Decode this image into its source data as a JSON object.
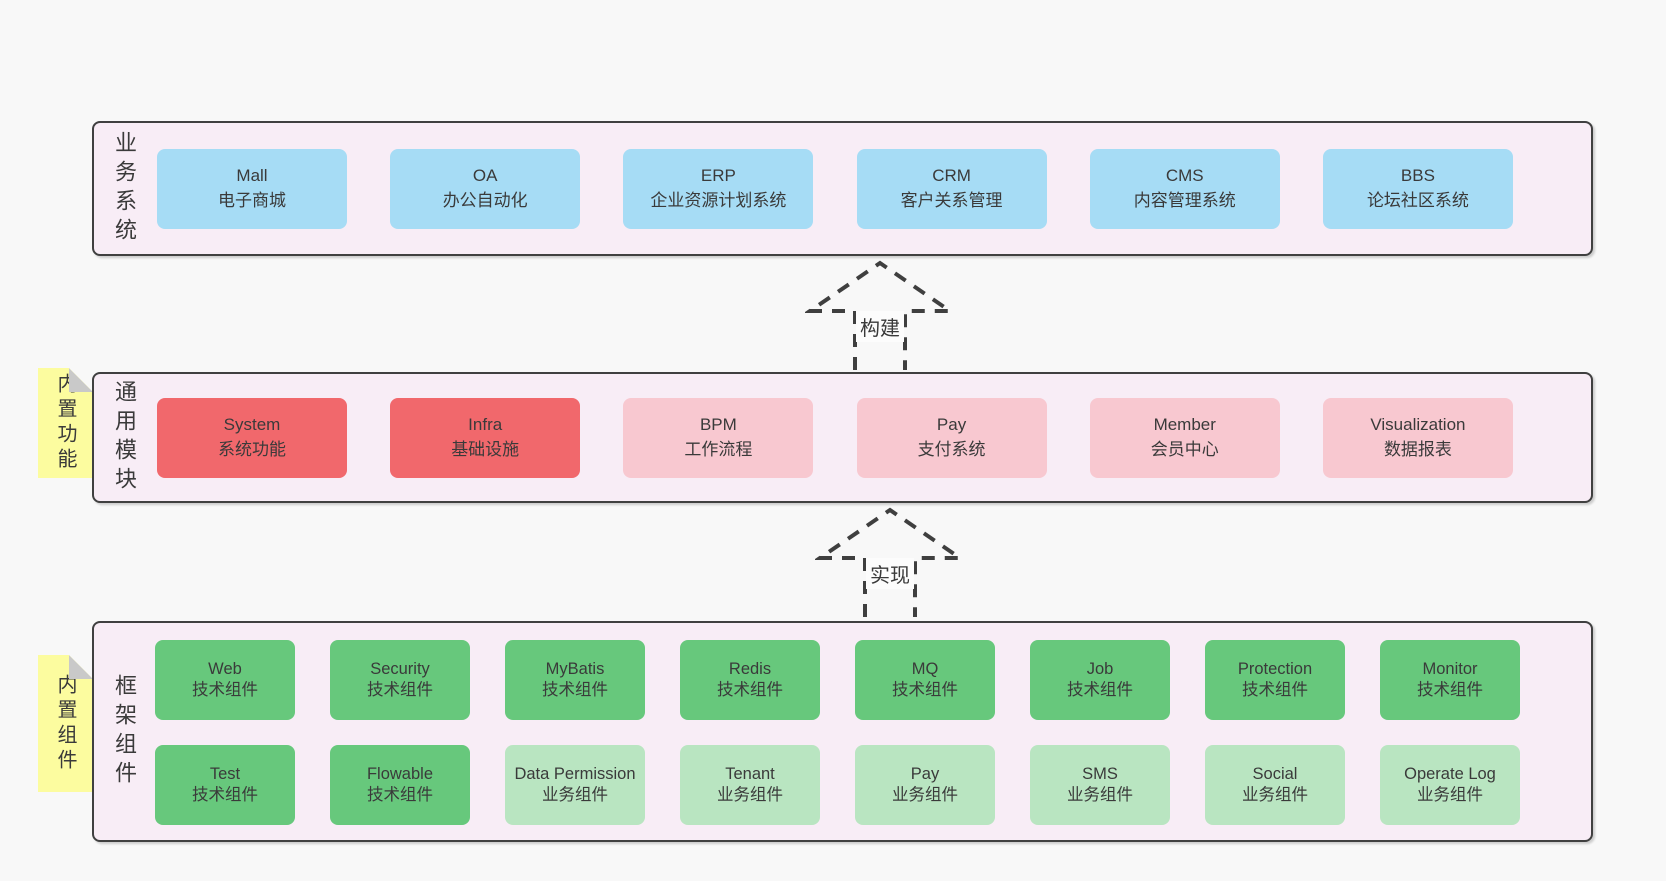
{
  "colors": {
    "page-bg": "#f8f8f8",
    "band-bg": "#f8edf6",
    "band-border": "#404040",
    "blue": "#a6dcf5",
    "red": "#f1686c",
    "pink": "#f8c8d0",
    "green": "#67c87c",
    "green-light": "#b9e5c1",
    "note-yellow": "#fcfc9f",
    "note-fold": "#c9c9c9",
    "arrow": "#3f3f3f",
    "arrow-label-bg": "#fcfcfc",
    "text": "#3a3a3a"
  },
  "bands": {
    "business": {
      "label": "业务系统",
      "boxes": [
        {
          "en": "Mall",
          "zh": "电子商城",
          "type": "blue"
        },
        {
          "en": "OA",
          "zh": "办公自动化",
          "type": "blue"
        },
        {
          "en": "ERP",
          "zh": "企业资源计划系统",
          "type": "blue"
        },
        {
          "en": "CRM",
          "zh": "客户关系管理",
          "type": "blue"
        },
        {
          "en": "CMS",
          "zh": "内容管理系统",
          "type": "blue"
        },
        {
          "en": "BBS",
          "zh": "论坛社区系统",
          "type": "blue"
        }
      ]
    },
    "modules": {
      "label": "通用模块",
      "note": "内置功能",
      "boxes": [
        {
          "en": "System",
          "zh": "系统功能",
          "type": "red"
        },
        {
          "en": "Infra",
          "zh": "基础设施",
          "type": "red"
        },
        {
          "en": "BPM",
          "zh": "工作流程",
          "type": "pink"
        },
        {
          "en": "Pay",
          "zh": "支付系统",
          "type": "pink"
        },
        {
          "en": "Member",
          "zh": "会员中心",
          "type": "pink"
        },
        {
          "en": "Visualization",
          "zh": "数据报表",
          "type": "pink"
        }
      ]
    },
    "components": {
      "label": "框架组件",
      "note": "内置组件",
      "row1": [
        {
          "en": "Web",
          "zh": "技术组件",
          "type": "green"
        },
        {
          "en": "Security",
          "zh": "技术组件",
          "type": "green"
        },
        {
          "en": "MyBatis",
          "zh": "技术组件",
          "type": "green"
        },
        {
          "en": "Redis",
          "zh": "技术组件",
          "type": "green"
        },
        {
          "en": "MQ",
          "zh": "技术组件",
          "type": "green"
        },
        {
          "en": "Job",
          "zh": "技术组件",
          "type": "green"
        },
        {
          "en": "Protection",
          "zh": "技术组件",
          "type": "green"
        },
        {
          "en": "Monitor",
          "zh": "技术组件",
          "type": "green"
        }
      ],
      "row2": [
        {
          "en": "Test",
          "zh": "技术组件",
          "type": "green"
        },
        {
          "en": "Flowable",
          "zh": "技术组件",
          "type": "green"
        },
        {
          "en": "Data Permission",
          "zh": "业务组件",
          "type": "green-light"
        },
        {
          "en": "Tenant",
          "zh": "业务组件",
          "type": "green-light"
        },
        {
          "en": "Pay",
          "zh": "业务组件",
          "type": "green-light"
        },
        {
          "en": "SMS",
          "zh": "业务组件",
          "type": "green-light"
        },
        {
          "en": "Social",
          "zh": "业务组件",
          "type": "green-light"
        },
        {
          "en": "Operate Log",
          "zh": "业务组件",
          "type": "green-light"
        }
      ]
    }
  },
  "arrows": [
    {
      "label": "构建"
    },
    {
      "label": "实现"
    }
  ]
}
